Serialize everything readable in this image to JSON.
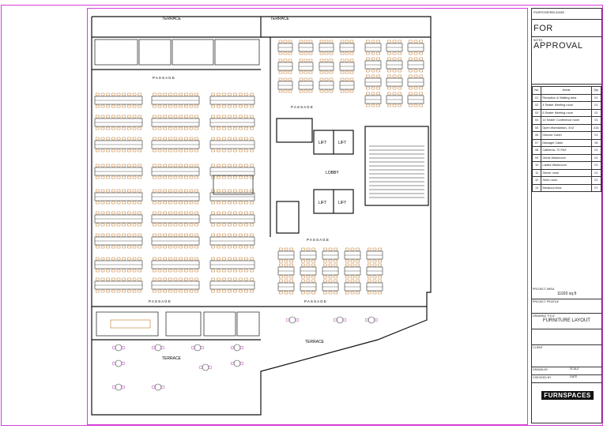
{
  "plan": {
    "terrace_labels": [
      "TERRACE",
      "TERRACE",
      "TERRACE",
      "TERRACE"
    ],
    "passage_label": "P A S S A G E",
    "lobby": "LOBBY",
    "lift": "LIFT"
  },
  "titleblock": {
    "purpose": "PURPOSE/RELEASE",
    "approval": "FOR APPROVAL",
    "notes_heading": "NOTES",
    "table_headers": {
      "no": "No.",
      "areas": "Areas",
      "qty": "Qty."
    },
    "areas": [
      {
        "no": "01",
        "name": "Reception & Waiting area",
        "qty": "01"
      },
      {
        "no": "02",
        "name": "4 Seater Meeting room",
        "qty": "01"
      },
      {
        "no": "03",
        "name": "6 Seater Meeting room",
        "qty": "02"
      },
      {
        "no": "04",
        "name": "14 Seater Conference room",
        "qty": "01"
      },
      {
        "no": "05",
        "name": "Open Workstation- 4'x2'",
        "qty": "216"
      },
      {
        "no": "06",
        "name": "Director Cabin",
        "qty": "01"
      },
      {
        "no": "07",
        "name": "Manager Cabin",
        "qty": "06"
      },
      {
        "no": "08",
        "name": "Cafeteria- 72 PAX",
        "qty": "01"
      },
      {
        "no": "09",
        "name": "Gents Washroom",
        "qty": "01"
      },
      {
        "no": "10",
        "name": "Ladies Washroom",
        "qty": "01"
      },
      {
        "no": "11",
        "name": "Server room",
        "qty": "01"
      },
      {
        "no": "12",
        "name": "Store room",
        "qty": "01"
      },
      {
        "no": "13",
        "name": "Breakout Area",
        "qty": "07"
      }
    ],
    "project_area_label": "PROJECT AREA",
    "project_area_value": "11920 sq.ft",
    "project_profile_label": "PROJECT PROFILE",
    "drawing_title_label": "DRAWING TITLE",
    "drawing_title": "FURNITURE LAYOUT",
    "client_label": "CLIENT",
    "drawn_by_label": "DRAWN BY",
    "scale_label": "SCALE",
    "checked_label": "CHECKED BY",
    "date_label": "DATE",
    "brand_name": "FURNSPACES"
  }
}
